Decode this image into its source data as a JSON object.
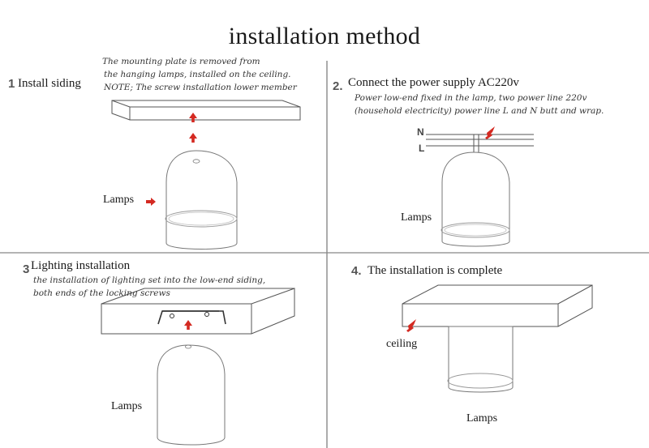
{
  "title": "installation method",
  "steps": [
    {
      "number": "1",
      "heading": "Install siding",
      "notes": [
        "The mounting plate is removed from",
        "the hanging lamps, installed on the ceiling.",
        "NOTE; The screw installation lower member"
      ],
      "lamp_label": "Lamps"
    },
    {
      "number": "2.",
      "heading": "Connect the power supply AC220v",
      "notes": [
        "Power low-end fixed in the lamp, two power line 220v",
        "(household electricity) power line L and N butt and wrap."
      ],
      "wire_n": "N",
      "wire_l": "L",
      "lamp_label": "Lamps"
    },
    {
      "number": "3",
      "heading": "Lighting installation",
      "notes": [
        "the installation of lighting set into the low-end siding,",
        "both ends of the locking screws"
      ],
      "lamp_label": "Lamps"
    },
    {
      "number": "4.",
      "heading": "The installation is complete",
      "ceiling_label": "ceiling",
      "lamp_label": "Lamps"
    }
  ],
  "colors": {
    "arrow": "#d42a22",
    "line": "#555555",
    "shade": "#bbbbbb"
  }
}
